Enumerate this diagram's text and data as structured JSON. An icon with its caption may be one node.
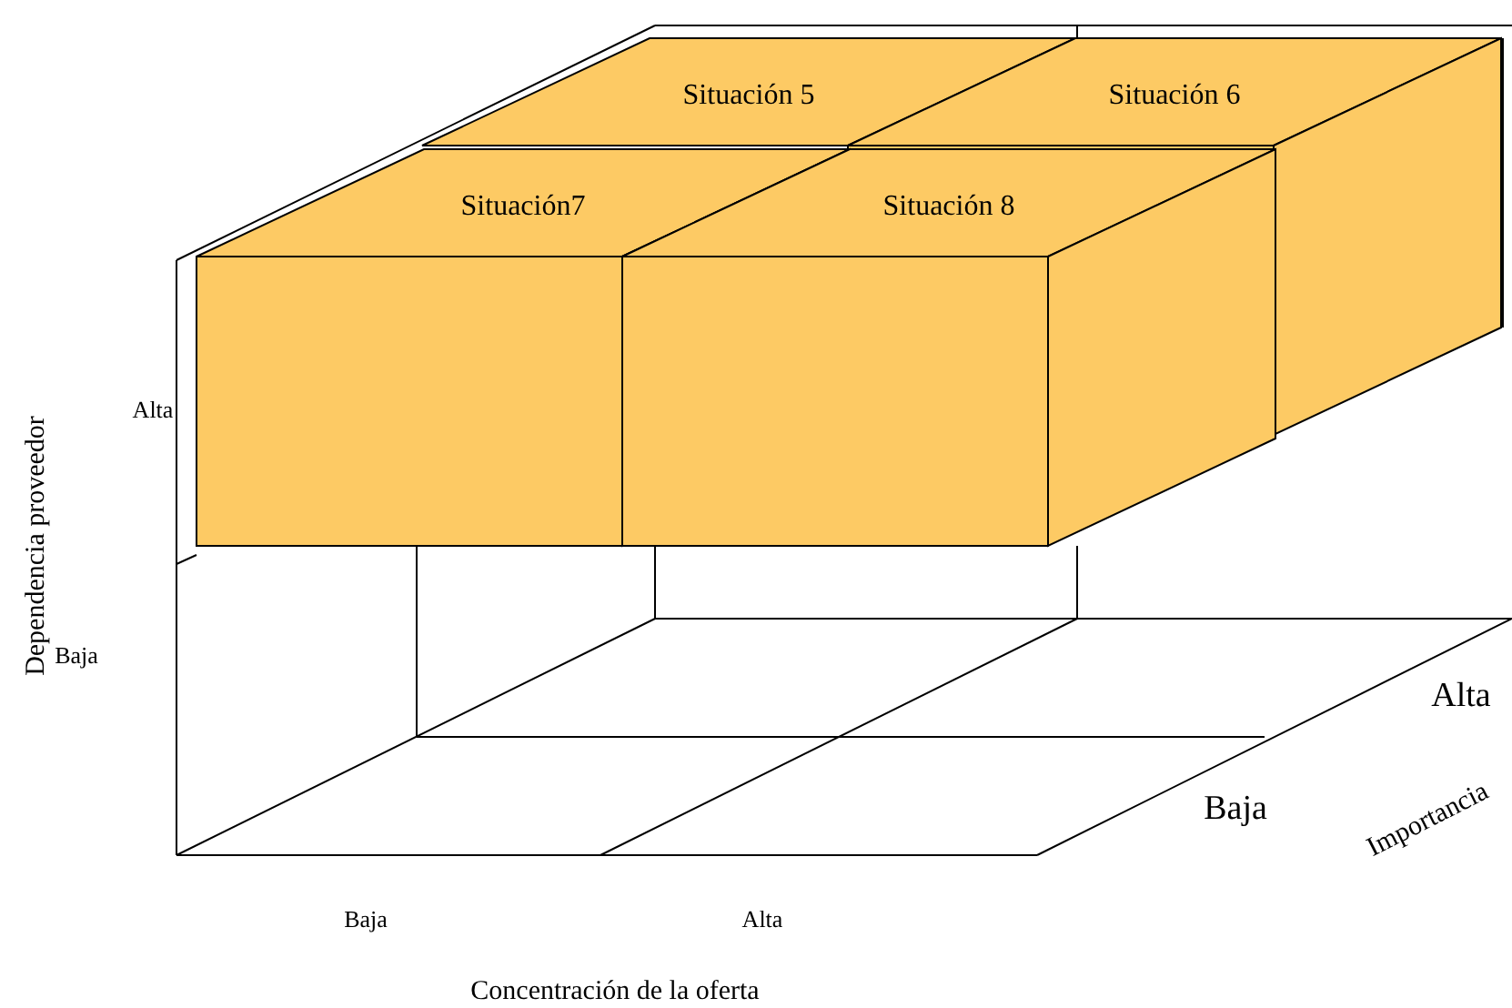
{
  "diagram": {
    "nodes": [
      {
        "text": [
          "Situación 5"
        ]
      },
      {
        "text": [
          "Situación 6"
        ]
      },
      {
        "text": [
          "Situación7"
        ]
      },
      {
        "text": [
          "Situación 8"
        ]
      }
    ],
    "labels": [
      "Alta",
      "Baja",
      "Dependencia proveedor",
      "Baja",
      "Alta",
      "Concentración de la oferta",
      "Alta",
      "Baja",
      "Importancia"
    ]
  }
}
